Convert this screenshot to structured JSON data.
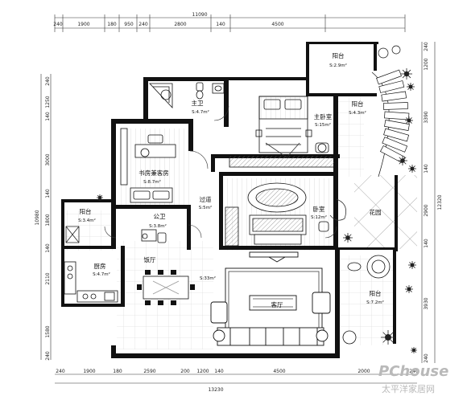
{
  "dimensions": {
    "top_total": "11090",
    "top": [
      "240",
      "1900",
      "180",
      "950",
      "240",
      "2800",
      "140",
      "4500"
    ],
    "bottom_total": "13230",
    "bottom": [
      "240",
      "1900",
      "180",
      "2590",
      "200",
      "1200",
      "140",
      "4500",
      "2000",
      "240"
    ],
    "left_total": "10980",
    "left": [
      "240",
      "1250",
      "140",
      "3000",
      "140",
      "1800",
      "140",
      "2110",
      "1580",
      "240"
    ],
    "right_total": "12320",
    "right": [
      "240",
      "1200",
      "3390",
      "140",
      "2900",
      "140",
      "3930",
      "240"
    ]
  },
  "rooms": [
    {
      "id": "balcony-north",
      "name": "阳台",
      "area": "S:2.9m²"
    },
    {
      "id": "master-bath",
      "name": "主卫",
      "area": "S:4.7m²"
    },
    {
      "id": "master-bedroom",
      "name": "主卧室",
      "area": "S:15m²"
    },
    {
      "id": "balcony-east",
      "name": "阳台",
      "area": "S:4.3m²"
    },
    {
      "id": "study-guest",
      "name": "书房兼客房",
      "area": "S:8.7m²"
    },
    {
      "id": "corridor",
      "name": "过道",
      "area": "S:5m²"
    },
    {
      "id": "bedroom",
      "name": "卧室",
      "area": "S:12m²"
    },
    {
      "id": "garden",
      "name": "花园",
      "area": ""
    },
    {
      "id": "balcony-west",
      "name": "阳台",
      "area": "S:3.4m²"
    },
    {
      "id": "public-bath",
      "name": "公卫",
      "area": "S:3.8m²"
    },
    {
      "id": "kitchen",
      "name": "厨房",
      "area": "S:4.7m²"
    },
    {
      "id": "dining",
      "name": "饭厅",
      "area": ""
    },
    {
      "id": "living-area",
      "name": "",
      "area": "S:33m²"
    },
    {
      "id": "living-room",
      "name": "客厅",
      "area": ""
    },
    {
      "id": "balcony-south",
      "name": "阳台",
      "area": "S:7.2m²"
    }
  ],
  "watermark": {
    "brand": "PChouse",
    "subtitle": "太平洋家居网"
  }
}
